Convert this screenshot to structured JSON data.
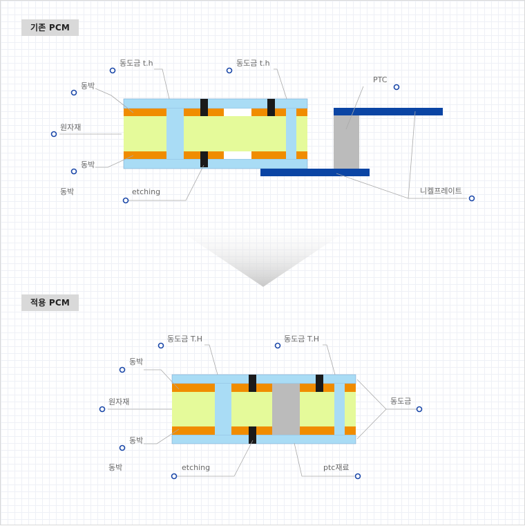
{
  "sections": {
    "existing": {
      "title": "기존 PCM",
      "labels": {
        "plating_th_1": "동도금 t.h",
        "plating_th_2": "동도금 t.h",
        "copper_foil_top": "동박",
        "raw_material": "원자재",
        "copper_foil_bottom": "동박",
        "copper_foil_extra": "동박",
        "etching": "etching",
        "ptc": "PTC",
        "nickel_plate": "니켈프레이트"
      }
    },
    "applied": {
      "title": "적용 PCM",
      "labels": {
        "plating_th_1": "동도금 T.H",
        "plating_th_2": "동도금 T.H",
        "copper_foil_top": "동박",
        "raw_material": "원자재",
        "copper_foil_bottom": "동박",
        "copper_foil_extra": "동박",
        "etching": "etching",
        "ptc_material": "ptc재료",
        "copper_plating": "동도금"
      }
    }
  },
  "colors": {
    "plating": "#a9dcf5",
    "copper": "#f08c00",
    "substrate": "#e5fa9a",
    "etch": "#1a1a1a",
    "ptc": "#bbbbbb",
    "nickel": "#0b45a4",
    "dot": "#1a47a8",
    "leader": "#a9a9a9"
  }
}
